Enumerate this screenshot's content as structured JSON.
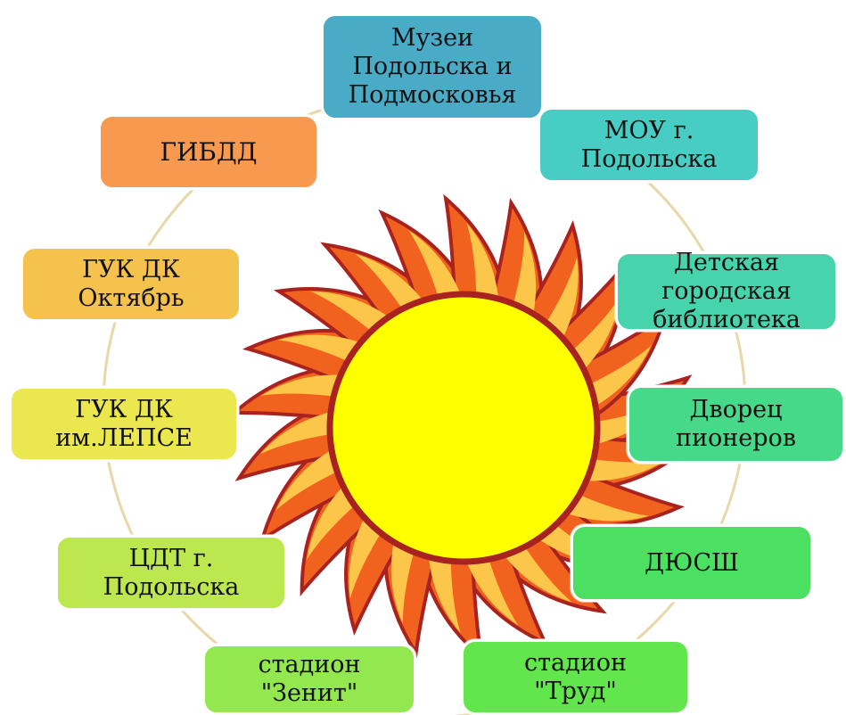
{
  "diagram": {
    "nodes": [
      {
        "id": "museums",
        "label": "Музеи\nПодольска и\nПодмосковья",
        "color": "#4aabc7"
      },
      {
        "id": "mou",
        "label": "МОУ г.\nПодольска",
        "color": "#48cdc4"
      },
      {
        "id": "library",
        "label": "Детская\nгородская\nбиблиотека",
        "color": "#47d4ad"
      },
      {
        "id": "palace",
        "label": "Дворец\nпионеров",
        "color": "#47d98a"
      },
      {
        "id": "dyussh",
        "label": "ДЮСШ",
        "color": "#4be062"
      },
      {
        "id": "trud",
        "label": "стадион\n\"Труд\"",
        "color": "#63e54d"
      },
      {
        "id": "zenit",
        "label": "стадион\n\"Зенит\"",
        "color": "#92e84e"
      },
      {
        "id": "cdt",
        "label": "ЦДТ г.\nПодольска",
        "color": "#bde74f"
      },
      {
        "id": "lepse",
        "label": "ГУК ДК\nим.ЛЕПСЕ",
        "color": "#ebe84f"
      },
      {
        "id": "oktyabr",
        "label": "ГУК ДК\nОктябрь",
        "color": "#f5c24d"
      },
      {
        "id": "gibdd",
        "label": "ГИБДД",
        "color": "#f7994f"
      }
    ]
  },
  "colors": {
    "ring": "#e8d7a8",
    "sun_core": "#ffff00",
    "sun_outline": "#a8231f",
    "ray_outer": "#f2621f",
    "ray_inner": "#fbc64a"
  }
}
